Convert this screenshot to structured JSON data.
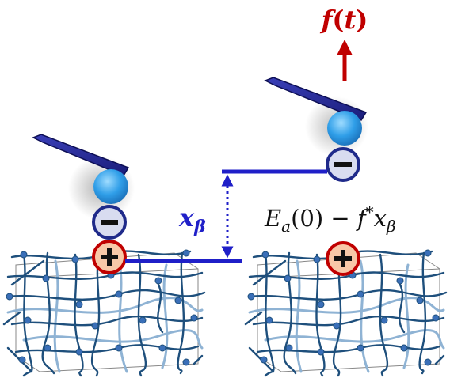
{
  "labels": {
    "force": {
      "f": "f",
      "paren_open": "(",
      "t": "t",
      "paren_close": ")"
    },
    "distance": {
      "x": "x",
      "beta": "β"
    },
    "energy": {
      "E": "E",
      "a": "a",
      "arg": "(0) − ",
      "f": "f",
      "star": "*",
      "x": "x",
      "beta": "β"
    },
    "charges": {
      "negative": "−",
      "positive": "+"
    }
  },
  "colors": {
    "force_arrow": "#c00000",
    "level_line": "#1f1fc8",
    "cantilever": "#2a2fa0",
    "bead": "#2f9ee8",
    "negative_ring": "#1f2a8a",
    "positive_ring": "#c00000",
    "positive_fill": "#f8c8a8",
    "network": "#1e4f7c",
    "network_light": "#8fb3d4"
  },
  "icons": [
    "cantilever-icon",
    "bead-icon",
    "negative-charge-icon",
    "positive-charge-icon",
    "polymer-network-icon",
    "force-arrow-icon"
  ]
}
